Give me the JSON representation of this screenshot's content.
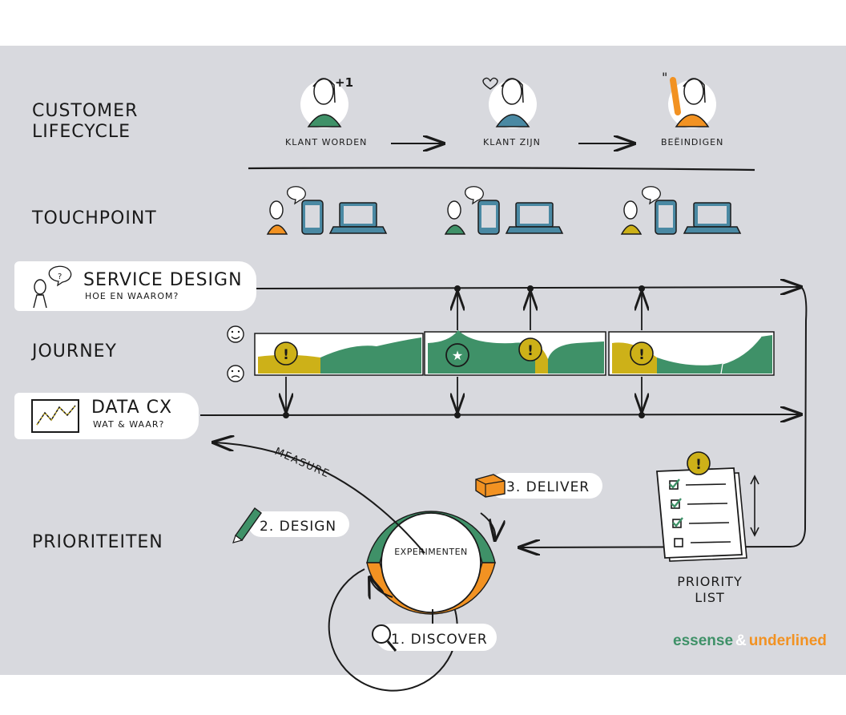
{
  "rows": {
    "lifecycle": "CUSTOMER\nLIFECYCLE",
    "touchpoint": "TOUCHPOINT",
    "journey": "JOURNEY",
    "prioriteiten": "PRIORITEITEN"
  },
  "lifecycle_stages": [
    {
      "label": "KLANT WORDEN",
      "badge": "+1",
      "color": "#3f9168"
    },
    {
      "label": "KLANT ZIJN",
      "badge": "♡",
      "color": "#4a89a3"
    },
    {
      "label": "BEËINDIGEN",
      "badge": "\"",
      "color": "#f29222"
    }
  ],
  "service_design": {
    "title": "SERVICE DESIGN",
    "subtitle": "HOE EN WAAROM?"
  },
  "data_cx": {
    "title": "DATA CX",
    "subtitle": "WAT & WAAR?"
  },
  "journey_faces": {
    "happy": "☺",
    "sad": "☹"
  },
  "journey_markers": {
    "alert": "!",
    "star": "★"
  },
  "loop": {
    "center": "EXPERIMENTEN",
    "measure": "MEASURE",
    "design": "2. DESIGN",
    "deliver": "3. DELIVER",
    "discover": "1. DISCOVER"
  },
  "priority_list": "PRIORITY\nLIST",
  "logo": {
    "part1": "essense",
    "amp": "&",
    "part2": "underlined"
  },
  "colors": {
    "green": "#3f9168",
    "yellow": "#cdb118",
    "orange": "#f29222",
    "blue": "#4a89a3",
    "panel": "#d8d9de"
  }
}
